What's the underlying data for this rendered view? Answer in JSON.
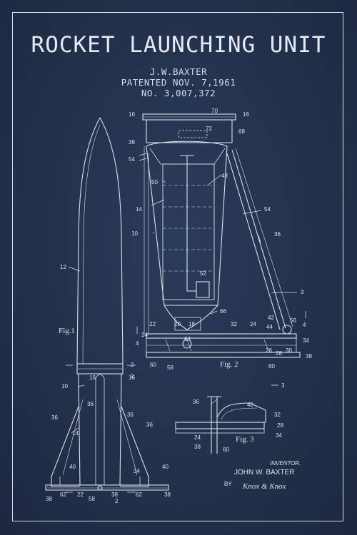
{
  "title": "ROCKET LAUNCHING UNIT",
  "inventor_line": "J.W.BAXTER",
  "patent_date": "PATENTED NOV. 7,1961",
  "patent_number": "NO. 3,007,372",
  "figures": {
    "fig1": "Fig.1",
    "fig2": "Fig. 2",
    "fig3": "Fig. 3"
  },
  "signature": {
    "inventor_caption": "INVENTOR.",
    "inventor_name": "JOHN W. BAXTER",
    "by": "BY",
    "attorneys": "Knox & Knox"
  },
  "colors": {
    "background": "#24324d",
    "ink": "#dbe1ea"
  },
  "labels": {
    "l16a": "16",
    "l70": "70",
    "l16b": "16",
    "l72": "72",
    "l68": "68",
    "l36a": "36",
    "l54a": "54",
    "l48": "48",
    "l50": "50",
    "l14a": "14",
    "l54b": "54",
    "l10a": "10",
    "l36b": "36",
    "l52": "52",
    "l12": "12",
    "l3a": "3",
    "l66": "66",
    "l42": "42",
    "l56": "56",
    "l22a": "22",
    "l20": "20",
    "l18": "18",
    "l32a": "32",
    "l24a": "24",
    "l44": "44",
    "l4a": "4",
    "l4b": "4",
    "l24b": "24",
    "l64": "64",
    "l26": "26",
    "l28a": "28",
    "l30": "30",
    "l34a": "34",
    "l38a": "38",
    "l60a": "60",
    "l58a": "58",
    "l60b": "60",
    "l2a": "2",
    "l16c": "16",
    "l16d": "16",
    "l10b": "10",
    "l2b": "2",
    "l3b": "3",
    "l36c": "36",
    "l36d": "36",
    "l36e": "36",
    "l36f": "36",
    "l14b": "14",
    "l40a": "40",
    "l34b": "34",
    "l40b": "40",
    "l38b": "38",
    "l62a": "62",
    "l22b": "22",
    "l58b": "58",
    "l38c": "38",
    "l2c": "2",
    "l62b": "62",
    "l38d": "38",
    "l36g": "36",
    "l40c": "40",
    "l32b": "32",
    "l28b": "28",
    "l34c": "34",
    "l24c": "24",
    "l38e": "38",
    "l60c": "60"
  }
}
